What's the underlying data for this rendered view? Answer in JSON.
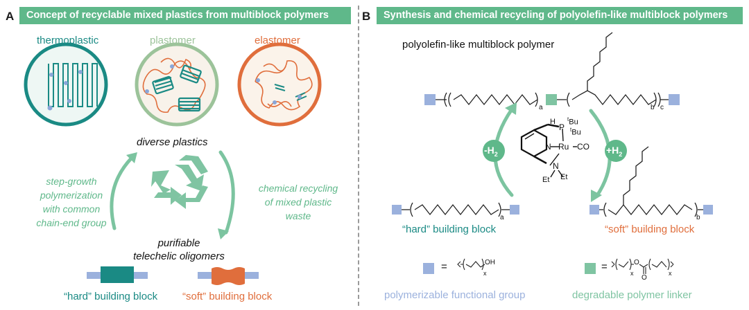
{
  "panel_a": {
    "letter": "A",
    "banner": "Concept of recyclable mixed plastics from multiblock polymers",
    "types": {
      "thermoplastic": "thermoplastic",
      "plastomer": "plastomer",
      "elastomer": "elastomer"
    },
    "diverse_plastics": "diverse plastics",
    "left_arrow_text": [
      "step-growth",
      "polymerization",
      "with common",
      "chain-end group"
    ],
    "right_arrow_text": [
      "chemical recycling",
      "of mixed plastic",
      "waste"
    ],
    "oligomers": [
      "purifiable",
      "telechelic oligomers"
    ],
    "hard_block": "“hard” building block",
    "soft_block": "“soft” building block"
  },
  "panel_b": {
    "letter": "B",
    "banner": "Synthesis and chemical recycling of polyolefin-like multiblock polymers",
    "polymer_title": "polyolefin-like multiblock polymer",
    "subscripts": {
      "a": "a",
      "b": "b",
      "c": "c",
      "x": "x"
    },
    "minus_h2": "-H",
    "plus_h2": "+H",
    "h2_sub": "2",
    "catalyst": {
      "h": "H",
      "p": "P",
      "tbu1": "Bu",
      "tbu2": "Bu",
      "t": "t",
      "n1": "N",
      "ru": "Ru",
      "co": "CO",
      "n2": "N",
      "et1": "Et",
      "et2": "Et"
    },
    "hard_block": "“hard” building block",
    "soft_block": "“soft” building block",
    "equals": "=",
    "oh": "OH",
    "o_ring": "O",
    "o_carbonyl": "O",
    "polymerizable_group": "polymerizable functional group",
    "degradable_linker": "degradable polymer linker"
  },
  "colors": {
    "banner_green": "#5fb88a",
    "teal": "#1a8a84",
    "sage": "#9cc39a",
    "orange": "#e06e3c",
    "arrow_green": "#7cc4a0",
    "blue_square": "#9bb1dd",
    "green_square": "#7fc4a2"
  }
}
